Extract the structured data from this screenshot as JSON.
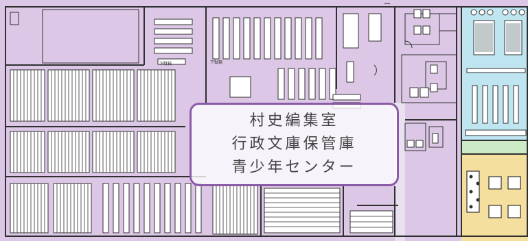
{
  "labels": {
    "line1": "村史編集室",
    "line2": "行政文庫保管庫",
    "line3": "青少年センター"
  },
  "small": {
    "a": "下駄箱",
    "b": "下駄箱"
  },
  "colors": {
    "main_area": "#dcc8e6",
    "blue_room": "#bfe6f0",
    "yellow_room": "#f5df9e",
    "green_strip": "#cdeac6",
    "outline": "#8a5aa6",
    "line": "#2f2f2f"
  }
}
